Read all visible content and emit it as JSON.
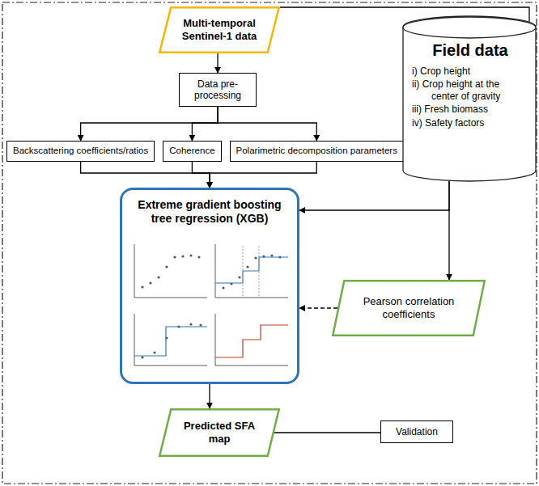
{
  "diagram": {
    "nodes": [
      {
        "text": [
          "Multi-temporal Sentinel-1 data"
        ]
      },
      {
        "text": [
          "Data pre-processing"
        ]
      },
      {
        "text": [
          "Backscattering coefficients/ratios"
        ]
      },
      {
        "text": [
          "Coherence"
        ]
      },
      {
        "text": [
          "Polarimetric decomposition parameters"
        ]
      },
      {
        "text": [
          "Extreme gradient boosting tree regression (XGB)"
        ]
      },
      {
        "text": [
          "Field data",
          "i) Crop height",
          "ii) Crop height at the center of gravity",
          "iii) Fresh biomass",
          "iv) Safety factors"
        ]
      },
      {
        "text": [
          "Pearson correlation coefficients"
        ]
      },
      {
        "text": [
          "Predicted SFA map"
        ]
      },
      {
        "text": [
          "Validation"
        ]
      }
    ],
    "edges": [
      {
        "from": 0,
        "to": 1,
        "arrow": "to"
      },
      {
        "from": 1,
        "to": 2,
        "arrow": "to"
      },
      {
        "from": 1,
        "to": 3,
        "arrow": "to"
      },
      {
        "from": 1,
        "to": 4,
        "arrow": "to"
      },
      {
        "from": 2,
        "to": 5,
        "arrow": "to"
      },
      {
        "from": 3,
        "to": 5,
        "arrow": "to"
      },
      {
        "from": 4,
        "to": 5,
        "arrow": "to"
      },
      {
        "from": 0,
        "to": 6,
        "arrow": "none"
      },
      {
        "from": 6,
        "to": 5,
        "arrow": "to"
      },
      {
        "from": 6,
        "to": 7,
        "arrow": "to"
      },
      {
        "from": 7,
        "to": 5,
        "arrow": "to"
      },
      {
        "from": 5,
        "to": 8,
        "arrow": "to"
      },
      {
        "from": 8,
        "to": 9,
        "arrow": "none"
      }
    ]
  }
}
